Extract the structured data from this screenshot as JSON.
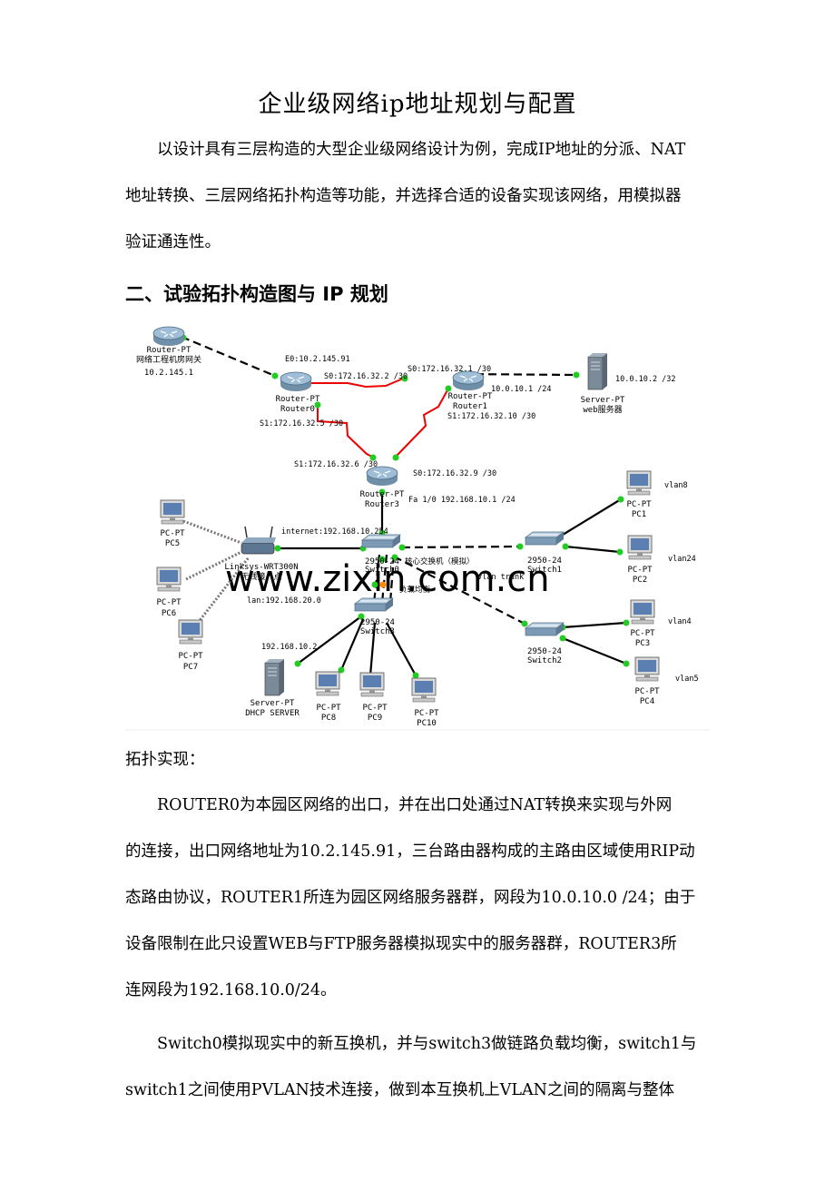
{
  "title": "企业级网络ip地址规划与配置",
  "intro": {
    "lines": [
      "以设计具有三层构造的大型企业级网络设计为例，完成IP地址的分派、NAT",
      "地址转换、三层网络拓扑构造等功能，并选择合适的设备实现该网络，用模拟器",
      "验证通连性。"
    ]
  },
  "section_heading": "二、试验拓扑构造图与 IP 规划",
  "diagram": {
    "watermark": "www.zixin.com.cn",
    "nodes": {
      "gw": {
        "type": "Router-PT",
        "name": "网络工程机房网关",
        "ip": "10.2.145.1"
      },
      "r0": {
        "type": "Router-PT",
        "name": "Router0"
      },
      "r1": {
        "type": "Router-PT",
        "name": "Router1"
      },
      "r3": {
        "type": "Router-PT",
        "name": "Router3"
      },
      "web": {
        "type": "Server-PT",
        "name": "web服务器"
      },
      "wrt": {
        "type": "Linksys-WRT300N",
        "name": "无线接入点"
      },
      "sw0": {
        "type": "2950-24",
        "name": "Switch0"
      },
      "sw3": {
        "type": "2950-24",
        "name": "Switch3"
      },
      "sw1": {
        "type": "2950-24",
        "name": "Switch1"
      },
      "sw2": {
        "type": "2950-24",
        "name": "Switch2"
      },
      "pc1": {
        "type": "PC-PT",
        "name": "PC1"
      },
      "pc2": {
        "type": "PC-PT",
        "name": "PC2"
      },
      "pc3": {
        "type": "PC-PT",
        "name": "PC3"
      },
      "pc4": {
        "type": "PC-PT",
        "name": "PC4"
      },
      "pc5": {
        "type": "PC-PT",
        "name": "PC5"
      },
      "pc6": {
        "type": "PC-PT",
        "name": "PC6"
      },
      "pc7": {
        "type": "PC-PT",
        "name": "PC7"
      },
      "pc8": {
        "type": "PC-PT",
        "name": "PC8"
      },
      "pc9": {
        "type": "PC-PT",
        "name": "PC9"
      },
      "pc10": {
        "type": "PC-PT",
        "name": "PC10"
      },
      "dhcp": {
        "type": "Server-PT",
        "name": "DHCP SERVER"
      }
    },
    "labels": {
      "e0": "E0:10.2.145.91",
      "r0_s0": "S0:172.16.32.2 /30",
      "r1_s0": "S0:172.16.32.1 /30",
      "r1_fa": "10.0.10.1 /24",
      "web_ip": "10.0.10.2 /32",
      "r0_s1": "S1:172.16.32.5 /30",
      "r1_s1": "S1:172.16.32.10 /30",
      "r3_s1": "S1:172.16.32.6 /30",
      "r3_s0": "S0:172.16.32.9 /30",
      "r3_fa": "Fa 1/0 192.168.10.1 /24",
      "internet": "internet:192.168.10.254",
      "core": "核心交换机（模拟）",
      "lan": "lan:192.168.20.0",
      "loadbal": "负载均衡",
      "trunk": "vlan trunk",
      "dhcp_ip": "192.168.10.2",
      "vlan8": "vlan8",
      "vlan24": "vlan24",
      "vlan4": "vlan4",
      "vlan5": "vlan5"
    }
  },
  "subheading": "拓扑实现：",
  "body": {
    "p1": [
      "ROUTER0为本园区网络的出口，并在出口处通过NAT转换来实现与外网",
      "的连接，出口网络地址为10.2.145.91，三台路由器构成的主路由区域使用RIP动",
      "态路由协议，ROUTER1所连为园区网络服务器群，网段为10.0.10.0 /24；由于",
      "设备限制在此只设置WEB与FTP服务器模拟现实中的服务器群，ROUTER3所",
      "连网段为192.168.10.0/24。"
    ],
    "p2": [
      "Switch0模拟现实中的新互换机，并与switch3做链路负载均衡，switch1与",
      "switch1之间使用PVLAN技术连接，做到本互换机上VLAN之间的隔离与整体"
    ]
  }
}
